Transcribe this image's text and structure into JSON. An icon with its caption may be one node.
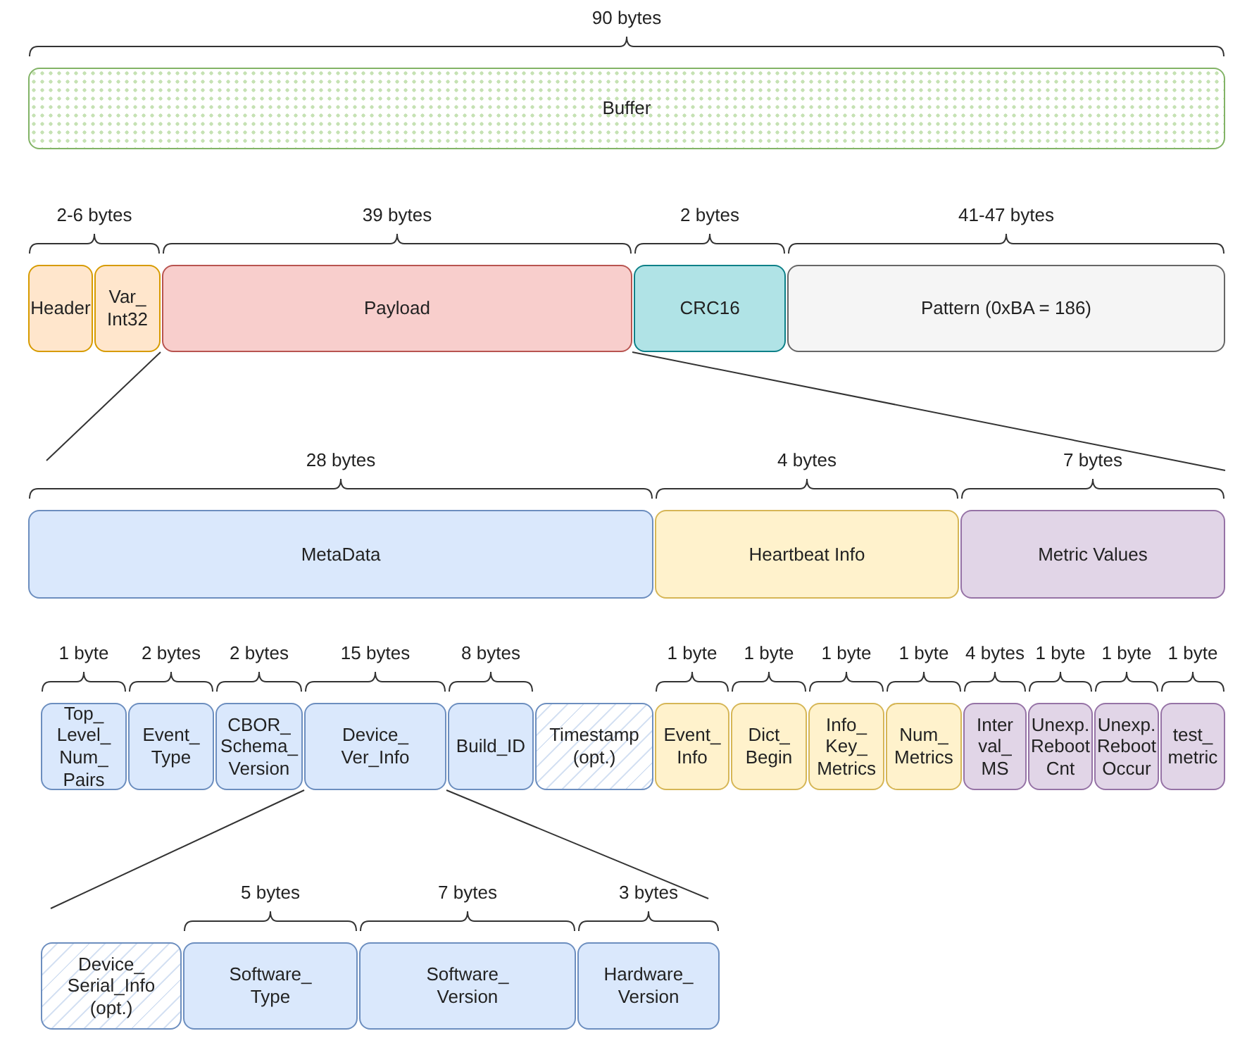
{
  "diagram": {
    "nodes": [
      {
        "text": [
          "Buffer"
        ],
        "beside": [
          "90 bytes"
        ]
      },
      {
        "text": [
          "Header"
        ]
      },
      {
        "text": [
          "Var_ Int32"
        ]
      },
      {
        "text": [
          "Payload"
        ],
        "beside": [
          "39 bytes"
        ]
      },
      {
        "text": [
          "CRC16"
        ],
        "beside": [
          "2 bytes"
        ]
      },
      {
        "text": [
          "Pattern (0xBA = 186)"
        ],
        "beside": [
          "41-47 bytes"
        ]
      },
      {
        "text": [
          "MetaData"
        ],
        "beside": [
          "28 bytes"
        ]
      },
      {
        "text": [
          "Heartbeat Info"
        ],
        "beside": [
          "4 bytes"
        ]
      },
      {
        "text": [
          "Metric Values"
        ],
        "beside": [
          "7 bytes"
        ]
      },
      {
        "text": [
          "Top_ Level_ Num_ Pairs"
        ],
        "beside": [
          "1 byte"
        ]
      },
      {
        "text": [
          "Event_ Type"
        ],
        "beside": [
          "2 bytes"
        ]
      },
      {
        "text": [
          "CBOR_ Schema_ Version"
        ],
        "beside": [
          "2 bytes"
        ]
      },
      {
        "text": [
          "Device_ Ver_Info"
        ],
        "beside": [
          "15 bytes"
        ]
      },
      {
        "text": [
          "Build_ID"
        ],
        "beside": [
          "8 bytes"
        ]
      },
      {
        "text": [
          "Timestamp (opt.)"
        ]
      },
      {
        "text": [
          "Event_ Info"
        ],
        "beside": [
          "1 byte"
        ]
      },
      {
        "text": [
          "Dict_ Begin"
        ],
        "beside": [
          "1 byte"
        ]
      },
      {
        "text": [
          "Info_ Key_ Metrics"
        ],
        "beside": [
          "1 byte"
        ]
      },
      {
        "text": [
          "Num_ Metrics"
        ],
        "beside": [
          "1 byte"
        ]
      },
      {
        "text": [
          "Inter val_ MS"
        ],
        "beside": [
          "4 bytes"
        ]
      },
      {
        "text": [
          "Unexp. Reboot Cnt"
        ],
        "beside": [
          "1 byte"
        ]
      },
      {
        "text": [
          "Unexp. Reboot Occur"
        ],
        "beside": [
          "1 byte"
        ]
      },
      {
        "text": [
          "test_ metric"
        ],
        "beside": [
          "1 byte"
        ]
      },
      {
        "text": [
          "Device_ Serial_Info (opt.)"
        ]
      },
      {
        "text": [
          "Software_ Type"
        ],
        "beside": [
          "5 bytes"
        ]
      },
      {
        "text": [
          "Software_ Version"
        ],
        "beside": [
          "7 bytes"
        ]
      },
      {
        "text": [
          "Hardware_ Version"
        ],
        "beside": [
          "3 bytes"
        ]
      }
    ],
    "labels": [
      "2-6 bytes"
    ]
  }
}
